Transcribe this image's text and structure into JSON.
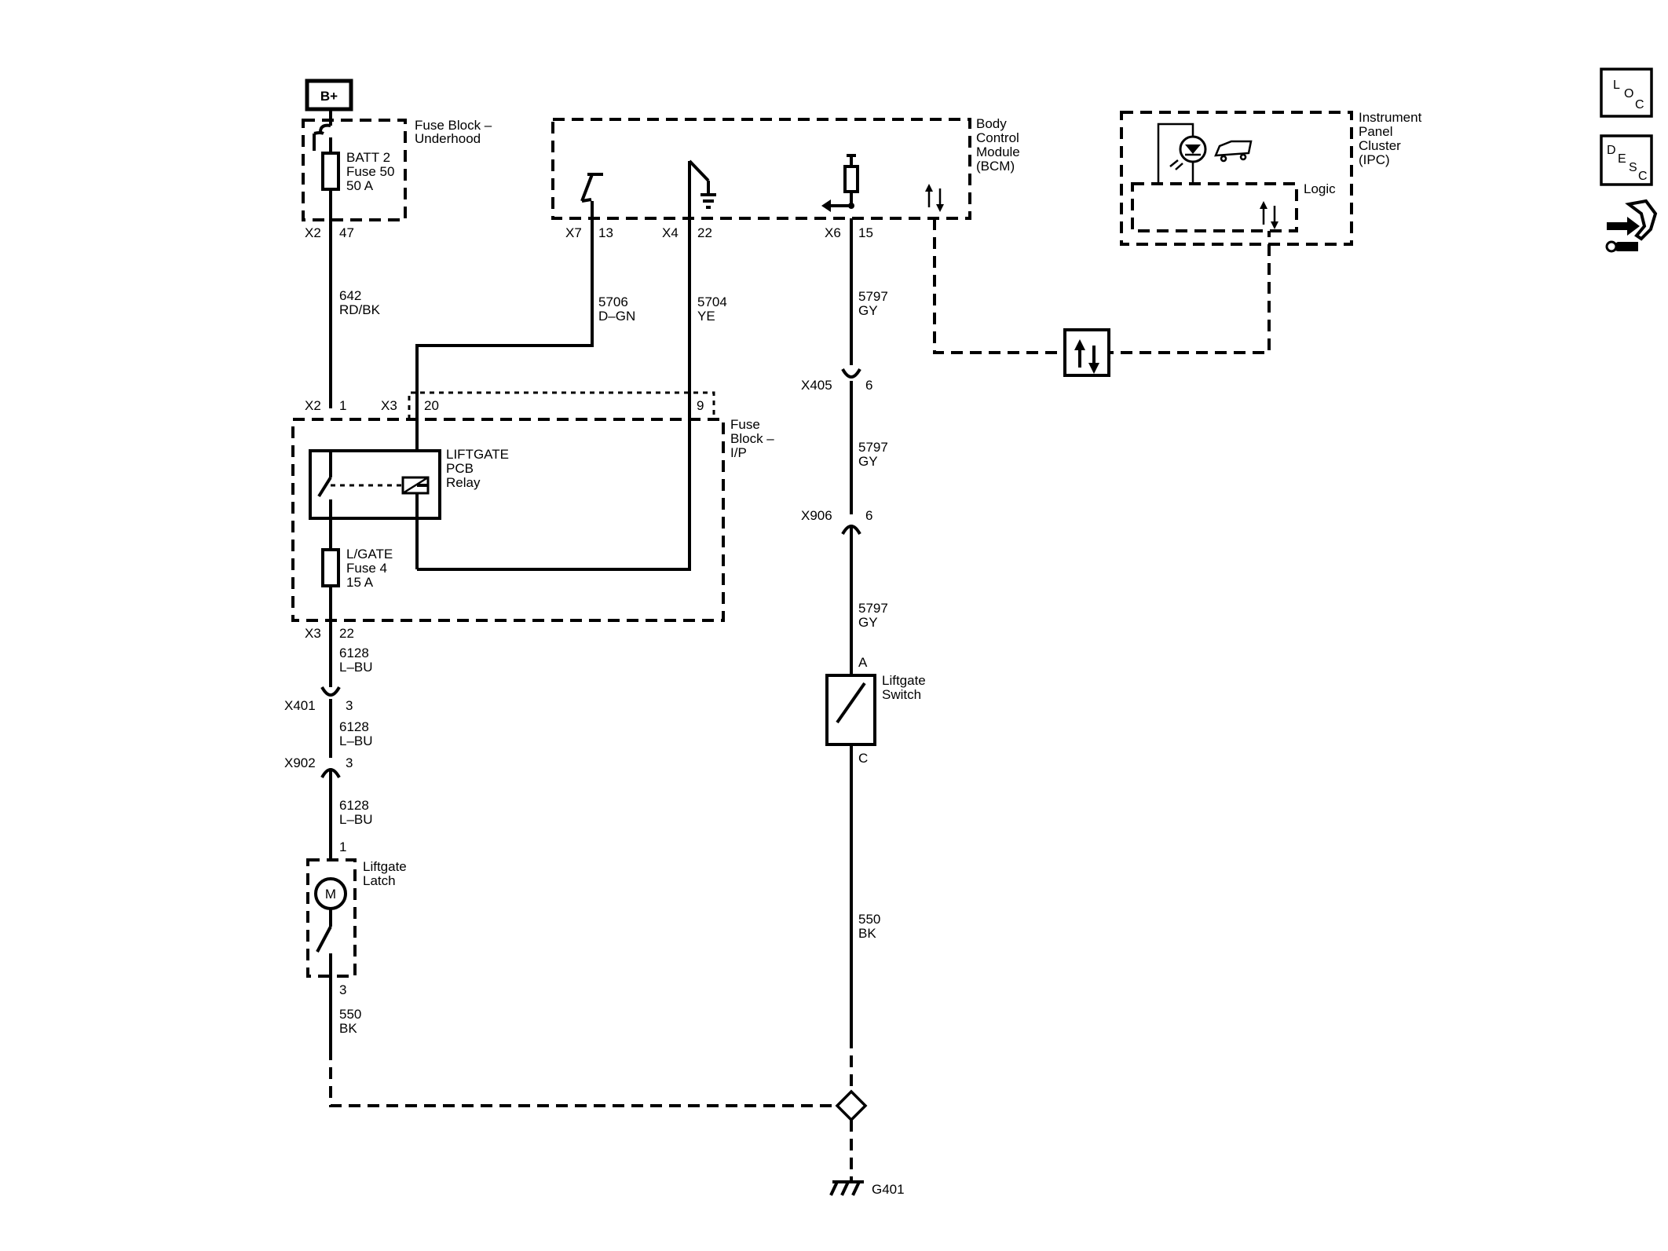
{
  "battery": {
    "label": "B+"
  },
  "fuse_block_underhood": {
    "name_line1": "Fuse Block –",
    "name_line2": "Underhood",
    "fuse": {
      "line1": "BATT 2",
      "line2": "Fuse 50",
      "line3": "50 A"
    },
    "connector": "X2",
    "pin": "47"
  },
  "bcm": {
    "name_line1": "Body",
    "name_line2": "Control",
    "name_line3": "Module",
    "name_line4": "(BCM)",
    "pins": [
      {
        "connector": "X7",
        "pin": "13"
      },
      {
        "connector": "X4",
        "pin": "22"
      },
      {
        "connector": "X6",
        "pin": "15"
      }
    ]
  },
  "ipc": {
    "name_line1": "Instrument",
    "name_line2": "Panel",
    "name_line3": "Cluster",
    "name_line4": "(IPC)",
    "logic_label": "Logic"
  },
  "wires": {
    "w642": {
      "circuit": "642",
      "color": "RD/BK"
    },
    "w5706": {
      "circuit": "5706",
      "color": "D–GN"
    },
    "w5704": {
      "circuit": "5704",
      "color": "YE"
    },
    "w5797a": {
      "circuit": "5797",
      "color": "GY"
    },
    "w5797b": {
      "circuit": "5797",
      "color": "GY"
    },
    "w5797c": {
      "circuit": "5797",
      "color": "GY"
    },
    "w550r": {
      "circuit": "550",
      "color": "BK"
    },
    "w6128a": {
      "circuit": "6128",
      "color": "L–BU"
    },
    "w6128b": {
      "circuit": "6128",
      "color": "L–BU"
    },
    "w6128c": {
      "circuit": "6128",
      "color": "L–BU"
    },
    "w550l": {
      "circuit": "550",
      "color": "BK"
    }
  },
  "fuse_block_ip": {
    "name_line1": "Fuse",
    "name_line2": "Block –",
    "name_line3": "I/P",
    "pin_x2_connector": "X2",
    "pin_x2": "1",
    "pin_x3_connector": "X3",
    "pin_x3_20": "20",
    "pin_x3_9": "9",
    "out_connector": "X3",
    "out_pin": "22",
    "relay": {
      "line1": "LIFTGATE",
      "line2": "PCB",
      "line3": "Relay"
    },
    "fuse": {
      "line1": "L/GATE",
      "line2": "Fuse 4",
      "line3": "15 A"
    }
  },
  "inline_connectors": [
    {
      "name": "X405",
      "pin": "6"
    },
    {
      "name": "X906",
      "pin": "6"
    },
    {
      "name": "X401",
      "pin": "3"
    },
    {
      "name": "X902",
      "pin": "3"
    }
  ],
  "liftgate_switch": {
    "line1": "Liftgate",
    "line2": "Switch",
    "pin_top": "A",
    "pin_bottom": "C"
  },
  "liftgate_latch": {
    "line1": "Liftgate",
    "line2": "Latch",
    "motor": "M",
    "pin_top": "1",
    "pin_bottom": "3"
  },
  "ground": {
    "label": "G401"
  },
  "side_icons": {
    "loc": {
      "letter1": "L",
      "letter2": "O",
      "letter3": "C",
      "icon": "location-icon"
    },
    "desc": {
      "letter1": "D",
      "letter2": "E",
      "letter3": "S",
      "letter4": "C",
      "icon": "description-icon"
    },
    "repair": {
      "icon": "repair-tool-icon"
    }
  }
}
